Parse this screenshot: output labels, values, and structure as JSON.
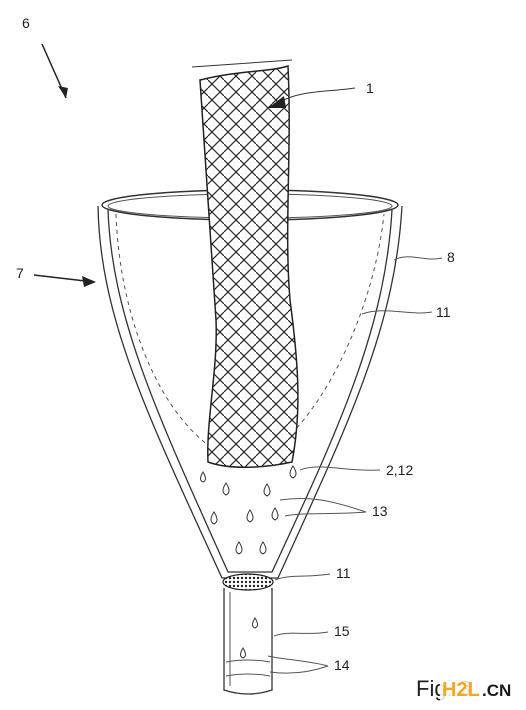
{
  "labels": {
    "n6": "6",
    "n1": "1",
    "n7": "7",
    "n8": "8",
    "n11a": "11",
    "n2_12": "2,12",
    "n13": "13",
    "n11b": "11",
    "n15": "15",
    "n14": "14"
  },
  "caption": "Fig. 3",
  "watermark": {
    "brand": "H2L",
    "suffix": ".CN"
  },
  "colors": {
    "line": "#333333",
    "watermark_brand": "#f5a623"
  }
}
